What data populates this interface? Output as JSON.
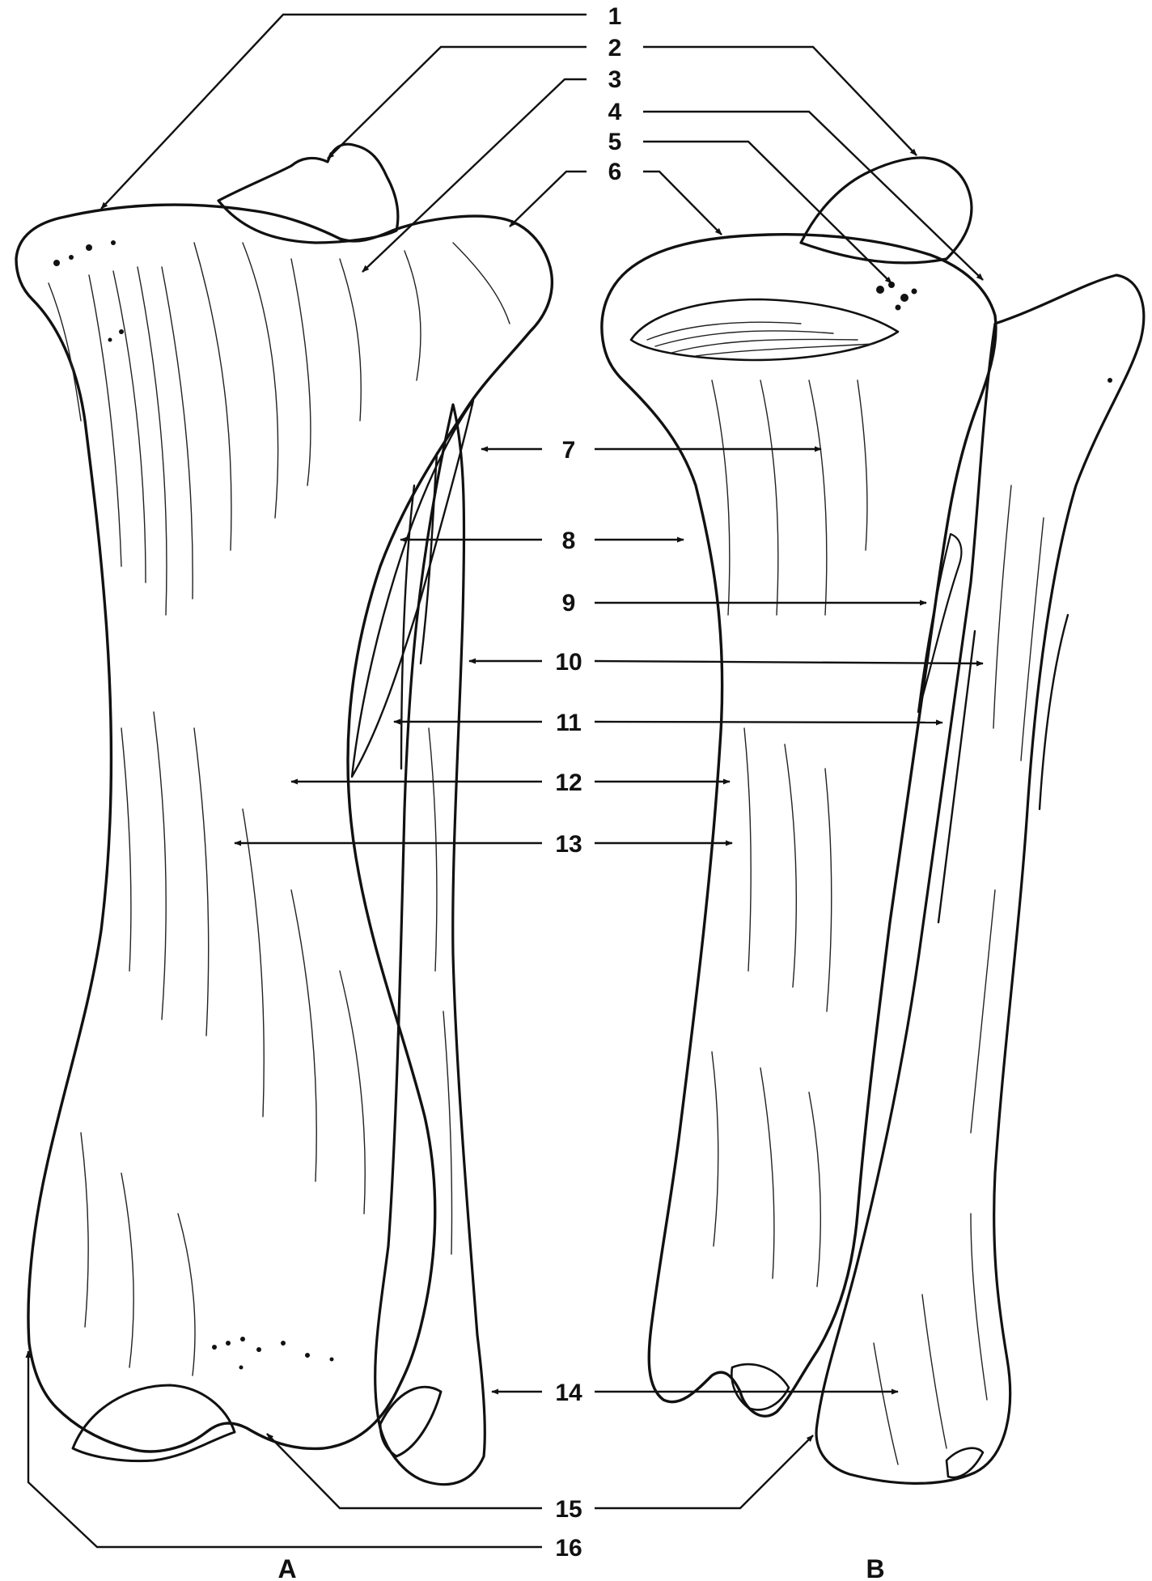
{
  "figure": {
    "colors": {
      "ink": "#111111",
      "paper": "#ffffff"
    },
    "view_labels": {
      "a": "A",
      "b": "B"
    },
    "callouts": [
      {
        "id": "1",
        "text": "1"
      },
      {
        "id": "2",
        "text": "2"
      },
      {
        "id": "3",
        "text": "3"
      },
      {
        "id": "4",
        "text": "4"
      },
      {
        "id": "5",
        "text": "5"
      },
      {
        "id": "6",
        "text": "6"
      },
      {
        "id": "7",
        "text": "7"
      },
      {
        "id": "8",
        "text": "8"
      },
      {
        "id": "9",
        "text": "9"
      },
      {
        "id": "10",
        "text": "10"
      },
      {
        "id": "11",
        "text": "11"
      },
      {
        "id": "12",
        "text": "12"
      },
      {
        "id": "13",
        "text": "13"
      },
      {
        "id": "14",
        "text": "14"
      },
      {
        "id": "15",
        "text": "15"
      },
      {
        "id": "16",
        "text": "16"
      }
    ]
  }
}
